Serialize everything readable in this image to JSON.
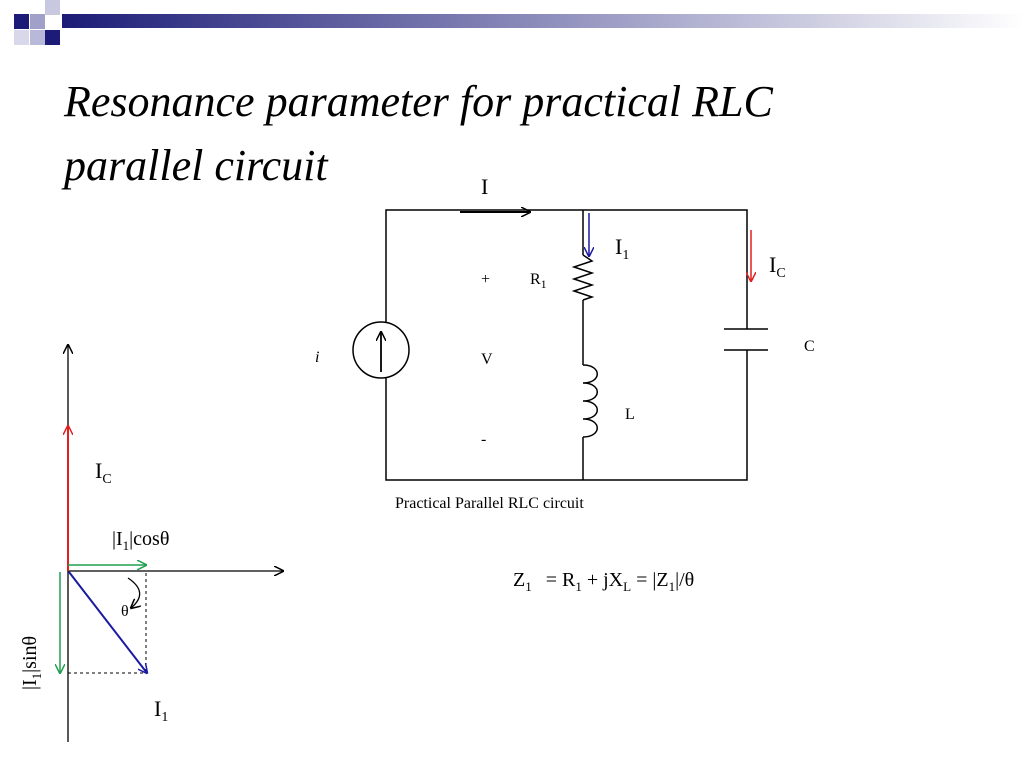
{
  "slide": {
    "title_line1": "Resonance parameter for practical RLC",
    "title_line2": "parallel circuit"
  },
  "circuit": {
    "current_total": "I",
    "current_branch1": "I",
    "current_branch1_sub": "1",
    "current_cap": "I",
    "current_cap_sub": "C",
    "resistor": "R",
    "resistor_sub": "1",
    "inductor": "L",
    "capacitor": "C",
    "source": "i",
    "v_plus": "+",
    "v_label": "V",
    "v_minus": "-",
    "caption": "Practical Parallel RLC circuit"
  },
  "phasor": {
    "ic_label": "I",
    "ic_sub": "C",
    "cos_pre": "|I",
    "cos_sub": "1",
    "cos_post": "|cosθ",
    "sin_pre": "|I",
    "sin_sub": "1",
    "sin_post": "|sinθ",
    "theta": "θ",
    "i1_label": "I",
    "i1_sub": "1"
  },
  "equation": {
    "z_main": "Z",
    "z_sub": "1",
    "eq1": "=  R",
    "r_sub": "1",
    "plus_jx": " + jX",
    "l_sub": "L",
    "eq2": " = |Z",
    "z2_sub": "1",
    "angle": "|/θ"
  },
  "colors": {
    "red": "#e02020",
    "blue": "#1a1aa0",
    "green": "#20a050",
    "navy": "#1c1c78"
  }
}
